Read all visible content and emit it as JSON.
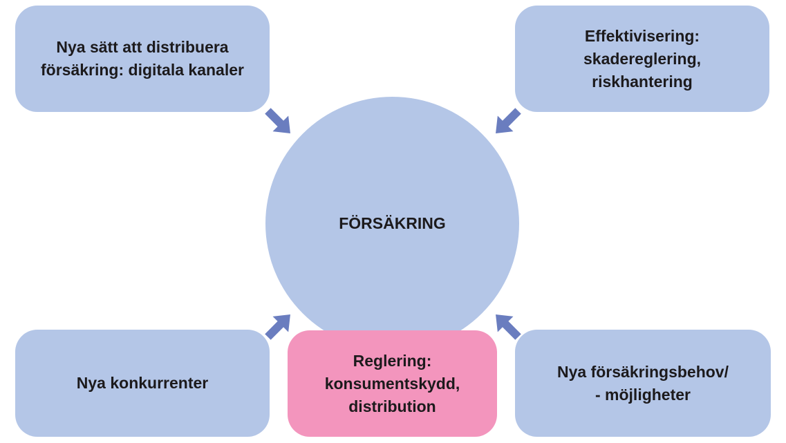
{
  "center": {
    "label": "FÖRSÄKRING"
  },
  "boxes": {
    "top_left": "Nya sätt att distribuera\nförsäkring: digitala kanaler",
    "top_right": "Effektivisering:\nskadereglering,\nriskhantering",
    "bottom_left": "Nya konkurrenter",
    "bottom_center": "Reglering:\nkonsumentskydd,\ndistribution",
    "bottom_right": "Nya försäkringsbehov/\n- möjligheter"
  },
  "colors": {
    "box": "#b4c6e7",
    "highlight": "#f395bd",
    "arrow": "#6a7dbf"
  }
}
